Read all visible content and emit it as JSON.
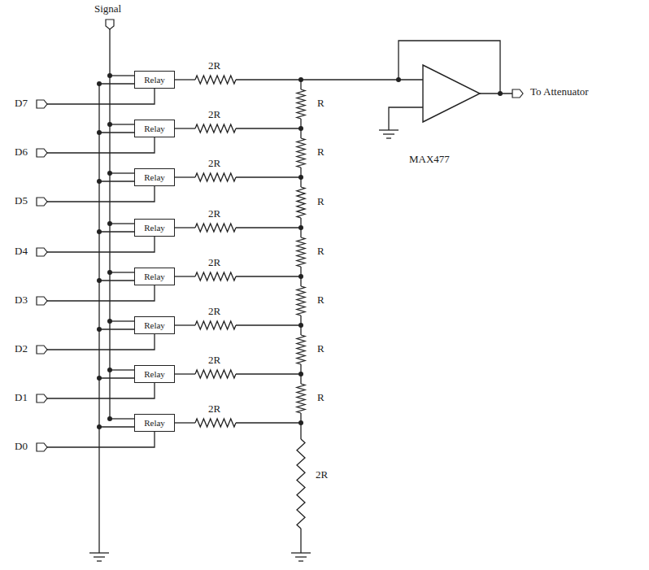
{
  "diagram": {
    "nodes": [
      {
        "text": [
          "Relay"
        ]
      },
      {
        "text": [
          "Relay"
        ]
      },
      {
        "text": [
          "Relay"
        ]
      },
      {
        "text": [
          "Relay"
        ]
      },
      {
        "text": [
          "Relay"
        ]
      },
      {
        "text": [
          "Relay"
        ]
      },
      {
        "text": [
          "Relay"
        ]
      },
      {
        "text": [
          "Relay"
        ]
      },
      {
        "text": [
          "MAX477"
        ]
      }
    ],
    "labels": [
      "Signal",
      "D7",
      "D6",
      "D5",
      "D4",
      "D3",
      "D2",
      "D1",
      "D0",
      "2R",
      "2R",
      "2R",
      "2R",
      "2R",
      "2R",
      "2R",
      "2R",
      "R",
      "R",
      "R",
      "R",
      "R",
      "R",
      "R",
      "2R",
      "To Attenuator"
    ]
  }
}
